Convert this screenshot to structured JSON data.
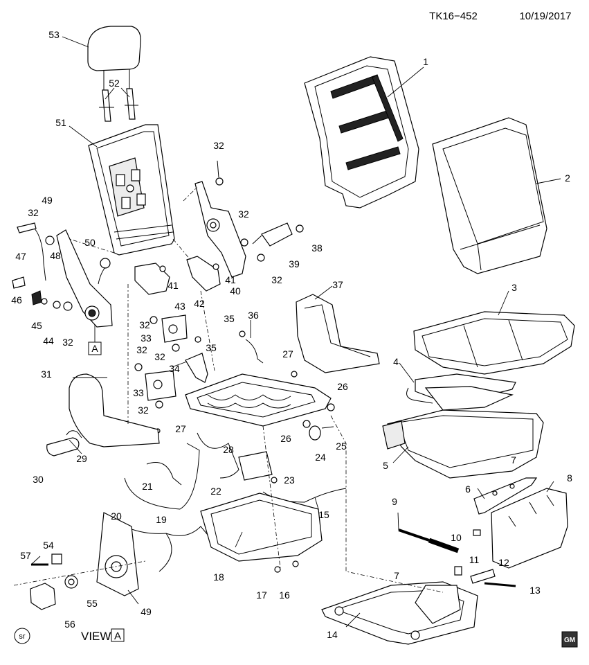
{
  "header": {
    "code": "TK16−452",
    "date": "10/19/2017"
  },
  "footer": {
    "view_label": "VIEW",
    "view_box": "A",
    "sr_mark": "sr",
    "logo_text": "GM"
  },
  "callouts": [
    {
      "id": "53",
      "text": "53"
    },
    {
      "id": "52",
      "text": "52"
    },
    {
      "id": "51",
      "text": "51"
    },
    {
      "id": "1",
      "text": "1"
    },
    {
      "id": "2",
      "text": "2"
    },
    {
      "id": "32a",
      "text": "32"
    },
    {
      "id": "32b",
      "text": "32"
    },
    {
      "id": "32c",
      "text": "32"
    },
    {
      "id": "32d",
      "text": "32"
    },
    {
      "id": "32e",
      "text": "32"
    },
    {
      "id": "32f",
      "text": "32"
    },
    {
      "id": "32g",
      "text": "32"
    },
    {
      "id": "32h",
      "text": "32"
    },
    {
      "id": "32i",
      "text": "32"
    },
    {
      "id": "49a",
      "text": "49"
    },
    {
      "id": "48",
      "text": "48"
    },
    {
      "id": "47",
      "text": "47"
    },
    {
      "id": "46",
      "text": "46"
    },
    {
      "id": "45",
      "text": "45"
    },
    {
      "id": "44",
      "text": "44"
    },
    {
      "id": "50",
      "text": "50"
    },
    {
      "id": "41a",
      "text": "41"
    },
    {
      "id": "41b",
      "text": "41"
    },
    {
      "id": "43",
      "text": "43"
    },
    {
      "id": "42",
      "text": "42"
    },
    {
      "id": "40",
      "text": "40"
    },
    {
      "id": "39",
      "text": "39"
    },
    {
      "id": "38",
      "text": "38"
    },
    {
      "id": "3",
      "text": "3"
    },
    {
      "id": "4",
      "text": "4"
    },
    {
      "id": "5",
      "text": "5"
    },
    {
      "id": "37",
      "text": "37"
    },
    {
      "id": "36",
      "text": "36"
    },
    {
      "id": "35a",
      "text": "35"
    },
    {
      "id": "35b",
      "text": "35"
    },
    {
      "id": "33a",
      "text": "33"
    },
    {
      "id": "33b",
      "text": "33"
    },
    {
      "id": "34",
      "text": "34"
    },
    {
      "id": "27a",
      "text": "27"
    },
    {
      "id": "27b",
      "text": "27"
    },
    {
      "id": "26a",
      "text": "26"
    },
    {
      "id": "26b",
      "text": "26"
    },
    {
      "id": "25",
      "text": "25"
    },
    {
      "id": "24",
      "text": "24"
    },
    {
      "id": "31",
      "text": "31"
    },
    {
      "id": "29",
      "text": "29"
    },
    {
      "id": "30",
      "text": "30"
    },
    {
      "id": "28",
      "text": "28"
    },
    {
      "id": "21",
      "text": "21"
    },
    {
      "id": "22",
      "text": "22"
    },
    {
      "id": "23",
      "text": "23"
    },
    {
      "id": "20",
      "text": "20"
    },
    {
      "id": "19",
      "text": "19"
    },
    {
      "id": "15",
      "text": "15"
    },
    {
      "id": "18",
      "text": "18"
    },
    {
      "id": "17",
      "text": "17"
    },
    {
      "id": "16",
      "text": "16"
    },
    {
      "id": "7a",
      "text": "7"
    },
    {
      "id": "7b",
      "text": "7"
    },
    {
      "id": "6",
      "text": "6"
    },
    {
      "id": "8",
      "text": "8"
    },
    {
      "id": "9",
      "text": "9"
    },
    {
      "id": "10",
      "text": "10"
    },
    {
      "id": "11",
      "text": "11"
    },
    {
      "id": "12",
      "text": "12"
    },
    {
      "id": "13",
      "text": "13"
    },
    {
      "id": "14",
      "text": "14"
    },
    {
      "id": "57",
      "text": "57"
    },
    {
      "id": "54",
      "text": "54"
    },
    {
      "id": "55",
      "text": "55"
    },
    {
      "id": "56",
      "text": "56"
    },
    {
      "id": "49b",
      "text": "49"
    },
    {
      "id": "A",
      "text": "A"
    }
  ]
}
